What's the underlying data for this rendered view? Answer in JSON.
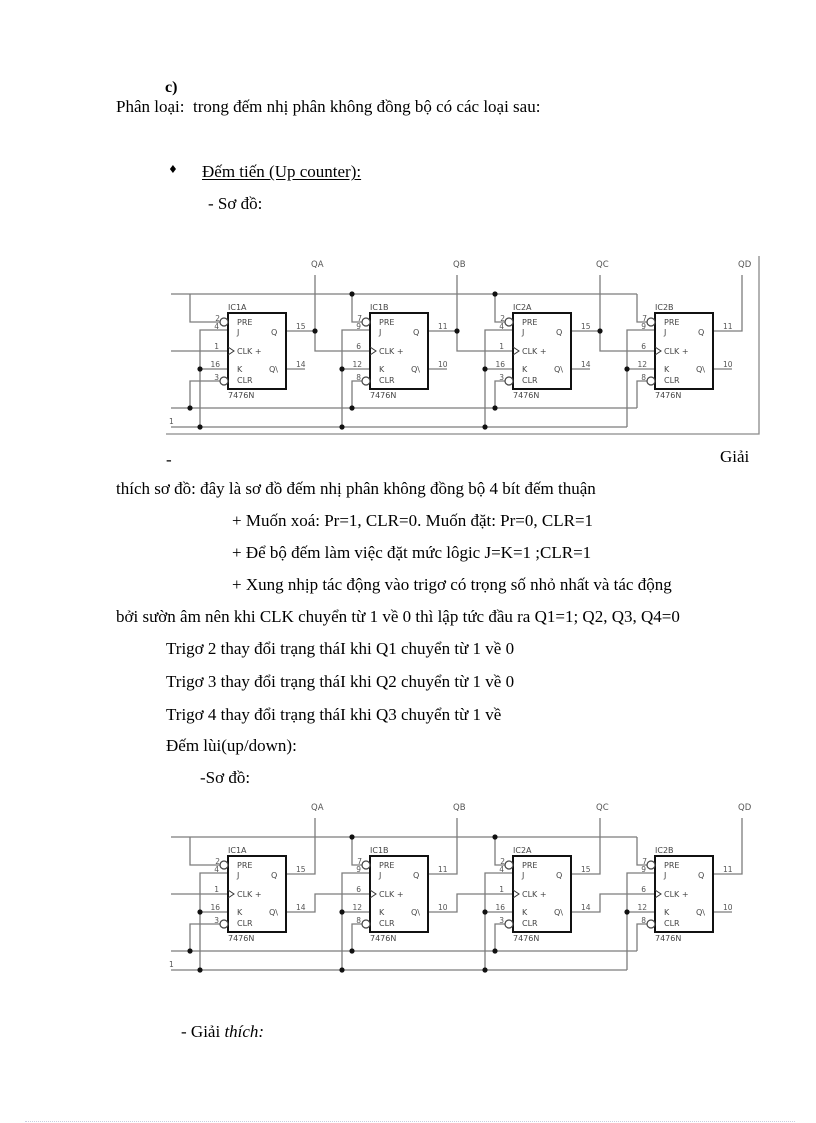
{
  "document": {
    "section_marker": "c)",
    "intro": "Phân loại:  trong đếm nhị phân không đồng bộ có các loại sau:",
    "up_counter": {
      "bullet": "♦",
      "heading": "Đếm tiến (Up counter):",
      "diagram_label": "- Sơ đồ:",
      "explanation_dash": "-",
      "explanation_lead": "Giải",
      "explanation_line": "thích sơ đồ: đây là sơ đồ đếm nhị phân không đồng bộ 4 bít đếm thuận",
      "points": [
        "+ Muốn xoá: Pr=1, CLR=0. Muốn đặt: Pr=0, CLR=1",
        "+ Để bộ đếm làm việc đặt mức lôgic J=K=1 ;CLR=1",
        "+ Xung nhịp tác động vào trigơ có trọng số nhỏ nhất và tác động"
      ],
      "continuation": "bởi sườn âm nên khi CLK chuyển từ 1 về 0 thì lập tức đầu ra Q1=1; Q2, Q3, Q4=0",
      "trigger_lines": [
        "Trigơ 2 thay đổi trạng tháI khi Q1 chuyển từ 1 về 0",
        "Trigơ 3 thay đổi trạng tháI khi Q2 chuyển từ 1 về 0",
        "Trigơ 4 thay đổi trạng tháI khi Q3 chuyển từ 1 về"
      ]
    },
    "down_counter": {
      "heading": "Đếm lùi(up/down):",
      "diagram_label": "-Sơ đồ:",
      "explanation_label": "- Giải ",
      "explanation_label_italic": "thích:"
    }
  },
  "schematics": [
    {
      "title": "up-counter",
      "clock_from": "Q",
      "framed": true,
      "input_label": "1",
      "outputs": [
        "QA",
        "QB",
        "QC",
        "QD"
      ],
      "pin_names": {
        "pre": "PRE",
        "j": "J",
        "clk": "CLK +",
        "k": "K",
        "clr": "CLR",
        "q": "Q",
        "qn": "Q\\"
      },
      "chips": [
        {
          "ref": "IC1A",
          "part": "7476N",
          "pins": {
            "pre": "2",
            "j": "4",
            "clk": "1",
            "k": "16",
            "clr": "3",
            "q": "15",
            "qn": "14"
          }
        },
        {
          "ref": "IC1B",
          "part": "7476N",
          "pins": {
            "pre": "7",
            "j": "9",
            "clk": "6",
            "k": "12",
            "clr": "8",
            "q": "11",
            "qn": "10"
          }
        },
        {
          "ref": "IC2A",
          "part": "7476N",
          "pins": {
            "pre": "2",
            "j": "4",
            "clk": "1",
            "k": "16",
            "clr": "3",
            "q": "15",
            "qn": "14"
          }
        },
        {
          "ref": "IC2B",
          "part": "7476N",
          "pins": {
            "pre": "7",
            "j": "9",
            "clk": "6",
            "k": "12",
            "clr": "8",
            "q": "11",
            "qn": "10"
          }
        }
      ]
    },
    {
      "title": "down-counter",
      "clock_from": "Q\\",
      "framed": false,
      "input_label": "1",
      "outputs": [
        "QA",
        "QB",
        "QC",
        "QD"
      ],
      "pin_names": {
        "pre": "PRE",
        "j": "J",
        "clk": "CLK +",
        "k": "K",
        "clr": "CLR",
        "q": "Q",
        "qn": "Q\\"
      },
      "chips": [
        {
          "ref": "IC1A",
          "part": "7476N",
          "pins": {
            "pre": "2",
            "j": "4",
            "clk": "1",
            "k": "16",
            "clr": "3",
            "q": "15",
            "qn": "14"
          }
        },
        {
          "ref": "IC1B",
          "part": "7476N",
          "pins": {
            "pre": "7",
            "j": "9",
            "clk": "6",
            "k": "12",
            "clr": "8",
            "q": "11",
            "qn": "10"
          }
        },
        {
          "ref": "IC2A",
          "part": "7476N",
          "pins": {
            "pre": "2",
            "j": "4",
            "clk": "1",
            "k": "16",
            "clr": "3",
            "q": "15",
            "qn": "14"
          }
        },
        {
          "ref": "IC2B",
          "part": "7476N",
          "pins": {
            "pre": "7",
            "j": "9",
            "clk": "6",
            "k": "12",
            "clr": "8",
            "q": "11",
            "qn": "10"
          }
        }
      ]
    }
  ]
}
